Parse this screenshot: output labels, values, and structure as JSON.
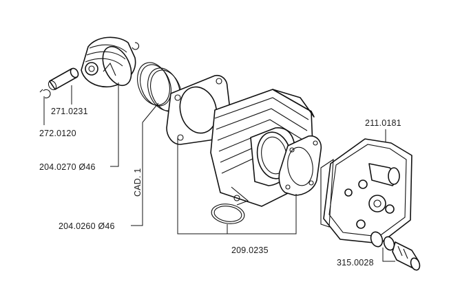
{
  "labels": {
    "piston_pin": "271.0231",
    "circlip": "272.0120",
    "piston": "204.0270 Ø46",
    "cad": "CAD. 1",
    "rings": "204.0260 Ø46",
    "gasket_kit": "209.0235",
    "cylinder_head": "211.0181",
    "spark_plug_adapter": "315.0028"
  }
}
